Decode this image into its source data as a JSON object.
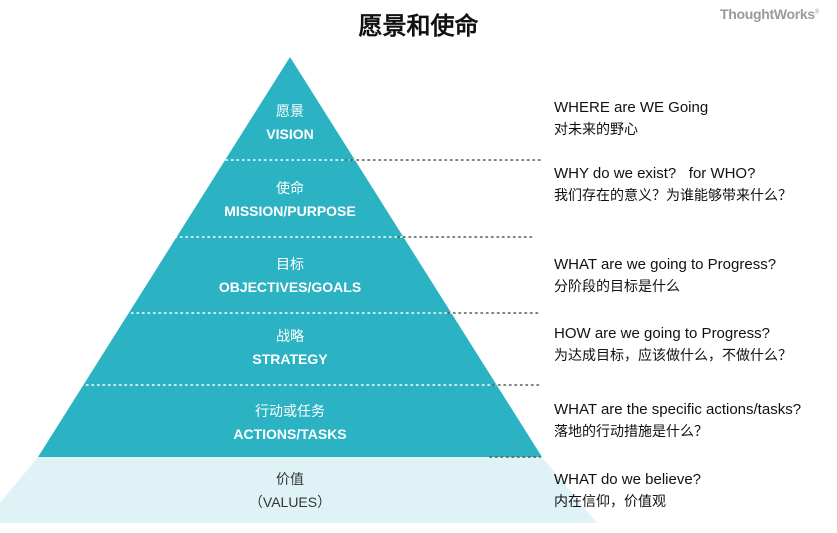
{
  "title": "愿景和使命",
  "brand": {
    "name": "ThoughtWorks",
    "mark": "®"
  },
  "colors": {
    "pyramid": "#2bb3c4",
    "base": "#dff3f7",
    "dots": "#555555"
  },
  "levels": [
    {
      "zh": "愿景",
      "en": "VISION",
      "q_en": "WHERE are WE Going",
      "q_zh": "对未来的野心"
    },
    {
      "zh": "使命",
      "en": "MISSION/PURPOSE",
      "q_en": "WHY do we exist?   for WHO?",
      "q_zh": "我们存在的意义？为谁能够带来什么？"
    },
    {
      "zh": "目标",
      "en": "OBJECTIVES/GOALS",
      "q_en": "WHAT are we going to Progress?",
      "q_zh": "分阶段的目标是什么"
    },
    {
      "zh": "战略",
      "en": "STRATEGY",
      "q_en": "HOW are we going to Progress?",
      "q_zh": "为达成目标，应该做什么，不做什么？"
    },
    {
      "zh": "行动或任务",
      "en": "ACTIONS/TASKS",
      "q_en": "WHAT are the specific actions/tasks?",
      "q_zh": "落地的行动措施是什么？"
    },
    {
      "zh": "价值",
      "en": "（VALUES）",
      "q_en": "WHAT do we believe?",
      "q_zh": "内在信仰，价值观"
    }
  ]
}
